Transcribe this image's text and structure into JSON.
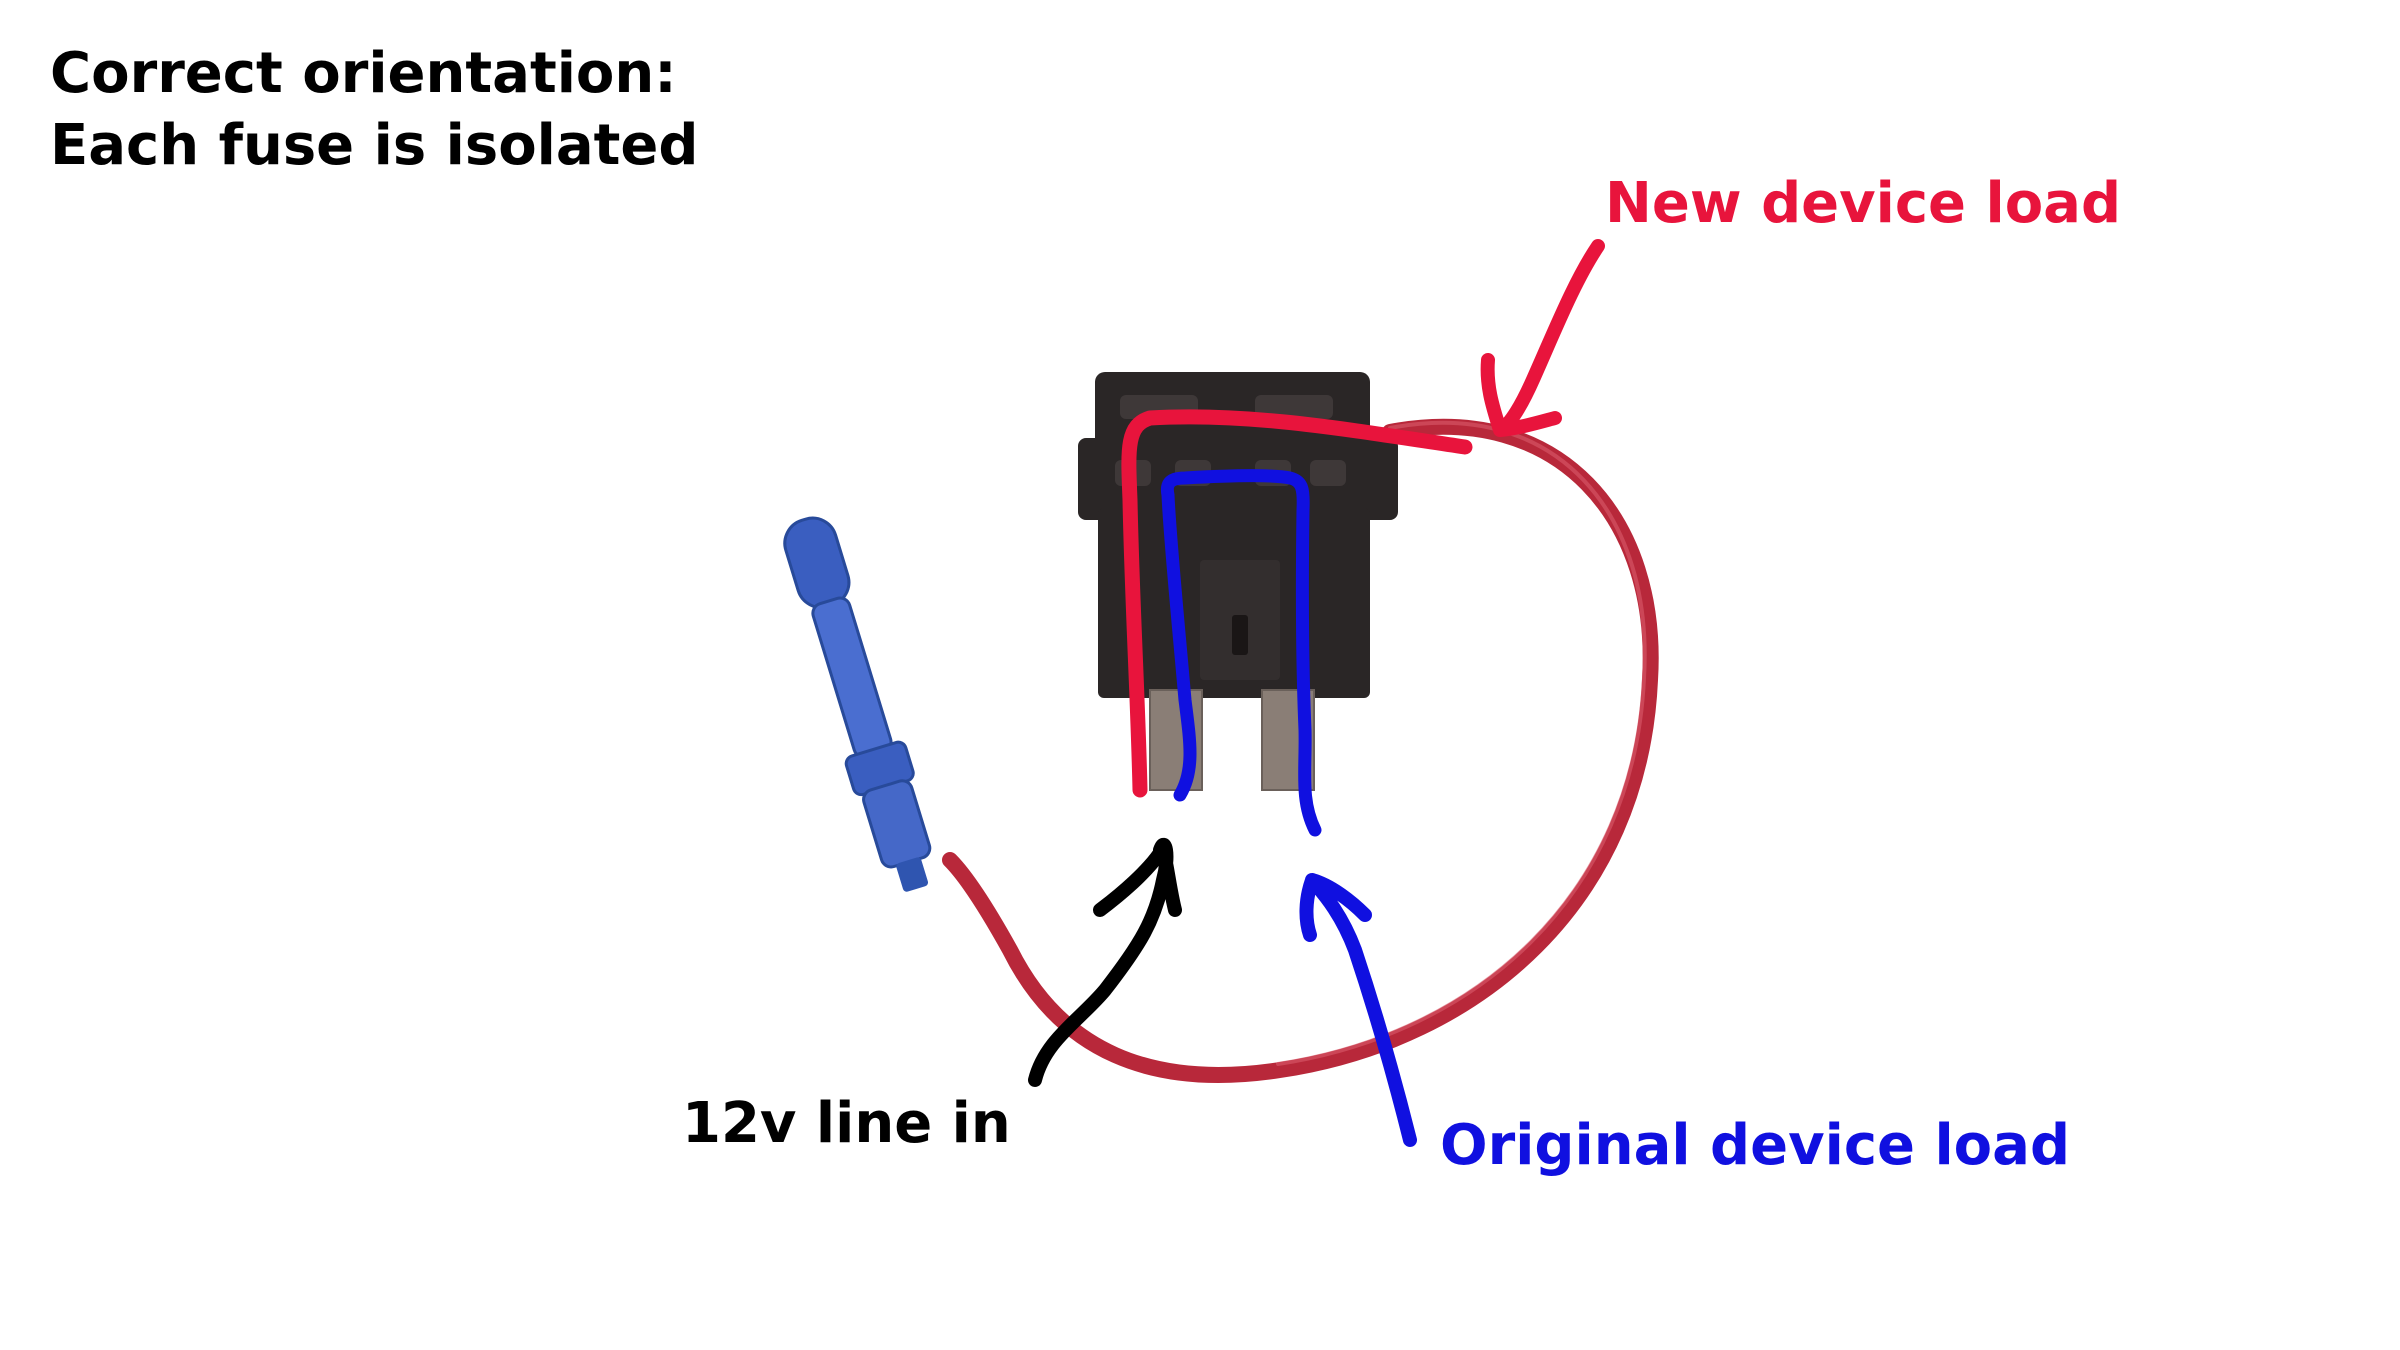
{
  "heading": {
    "line1": "Correct orientation:",
    "line2": "Each fuse is isolated"
  },
  "labels": {
    "new_device_load": "New device load",
    "line_in": "12v line in",
    "original_device_load": "Original device load"
  },
  "colors": {
    "new_load": "#e8143c",
    "original_load": "#1010e0",
    "line_in": "#000000",
    "wire": "#b8283a",
    "connector": "#3a5ec0",
    "fuse_holder": "#2a2626"
  }
}
